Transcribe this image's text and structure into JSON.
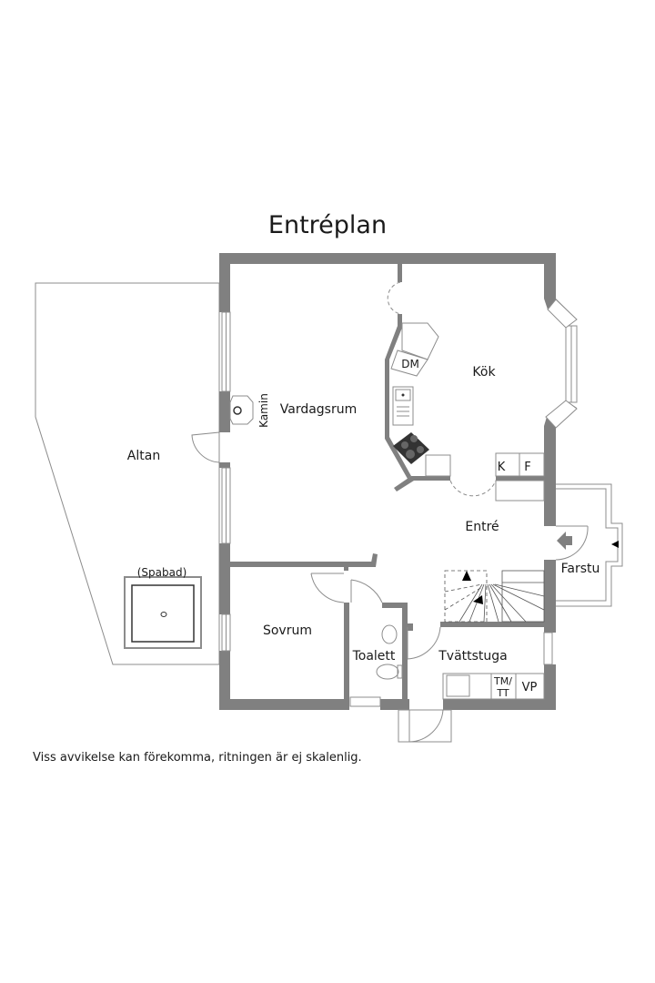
{
  "title": "Entréplan",
  "disclaimer": "Viss avvikelse kan förekomma, ritningen är ej skalenlig.",
  "colors": {
    "wall": "#808080",
    "line": "#8c8c8c",
    "text": "#1a1a1a",
    "background": "#ffffff"
  },
  "rooms": {
    "altan": "Altan",
    "spabad": "(Spabad)",
    "vardagsrum": "Vardagsrum",
    "kamin": "Kamin",
    "kok": "Kök",
    "entre": "Entré",
    "farstu": "Farstu",
    "sovrum": "Sovrum",
    "toalett": "Toalett",
    "tvattstuga": "Tvättstuga"
  },
  "fixtures": {
    "dm": "DM",
    "k": "K",
    "f": "F",
    "tm": "TM/",
    "tt": "TT",
    "vp": "VP"
  }
}
